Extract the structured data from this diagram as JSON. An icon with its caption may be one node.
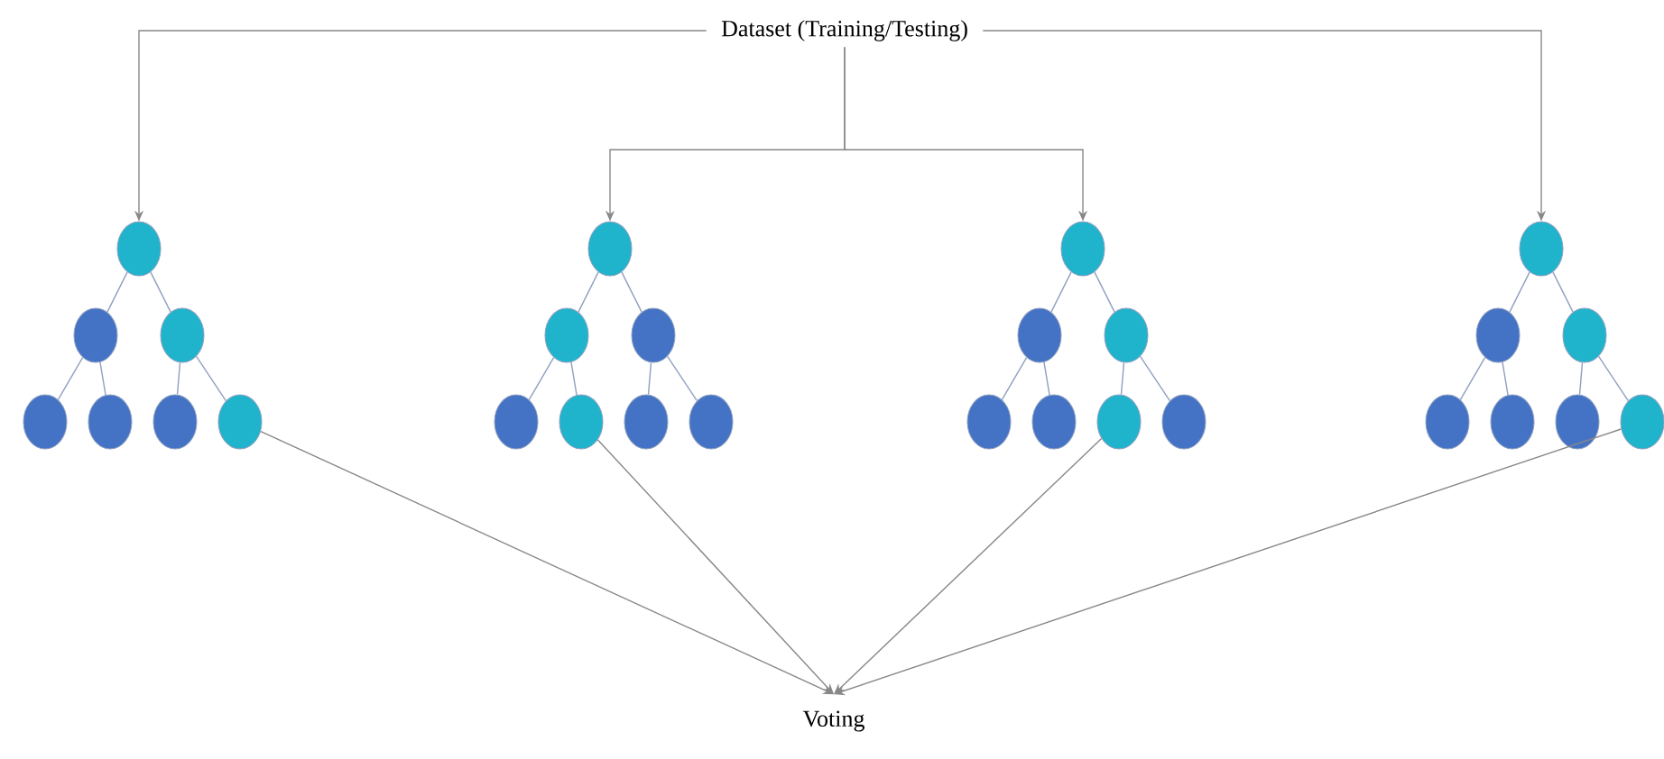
{
  "diagram": {
    "nodes": [
      {
        "text": [
          "Dataset (Training/Testing)"
        ]
      },
      {
        "text": [],
        "shape": "circle"
      },
      {
        "text": [],
        "shape": "circle"
      },
      {
        "text": [],
        "shape": "circle"
      },
      {
        "text": [],
        "shape": "circle"
      },
      {
        "text": [],
        "shape": "circle"
      },
      {
        "text": [],
        "shape": "circle"
      },
      {
        "text": [],
        "shape": "circle"
      },
      {
        "text": [],
        "shape": "circle"
      },
      {
        "text": [],
        "shape": "circle"
      },
      {
        "text": [],
        "shape": "circle"
      },
      {
        "text": [],
        "shape": "circle"
      },
      {
        "text": [],
        "shape": "circle"
      },
      {
        "text": [],
        "shape": "circle"
      },
      {
        "text": [],
        "shape": "circle"
      },
      {
        "text": [],
        "shape": "circle"
      },
      {
        "text": [],
        "shape": "circle"
      },
      {
        "text": [],
        "shape": "circle"
      },
      {
        "text": [],
        "shape": "circle"
      },
      {
        "text": [],
        "shape": "circle"
      },
      {
        "text": [],
        "shape": "circle"
      },
      {
        "text": [],
        "shape": "circle"
      },
      {
        "text": [],
        "shape": "circle"
      },
      {
        "text": [],
        "shape": "circle"
      },
      {
        "text": [],
        "shape": "circle"
      },
      {
        "text": [],
        "shape": "circle"
      },
      {
        "text": [],
        "shape": "circle"
      },
      {
        "text": [],
        "shape": "circle"
      },
      {
        "text": [],
        "shape": "circle"
      },
      {
        "text": [
          "Voting"
        ]
      }
    ],
    "edges": [
      {
        "from": 0,
        "to": 1,
        "arrow": "to"
      },
      {
        "from": 0,
        "to": 8,
        "arrow": "to"
      },
      {
        "from": 0,
        "to": 15,
        "arrow": "to"
      },
      {
        "from": 0,
        "to": 22,
        "arrow": "to"
      },
      {
        "from": 1,
        "to": 2,
        "arrow": "none"
      },
      {
        "from": 1,
        "to": 3,
        "arrow": "none"
      },
      {
        "from": 2,
        "to": 4,
        "arrow": "none"
      },
      {
        "from": 2,
        "to": 5,
        "arrow": "none"
      },
      {
        "from": 3,
        "to": 6,
        "arrow": "none"
      },
      {
        "from": 3,
        "to": 7,
        "arrow": "none"
      },
      {
        "from": 8,
        "to": 9,
        "arrow": "none"
      },
      {
        "from": 8,
        "to": 10,
        "arrow": "none"
      },
      {
        "from": 9,
        "to": 11,
        "arrow": "none"
      },
      {
        "from": 9,
        "to": 12,
        "arrow": "none"
      },
      {
        "from": 10,
        "to": 13,
        "arrow": "none"
      },
      {
        "from": 10,
        "to": 14,
        "arrow": "none"
      },
      {
        "from": 15,
        "to": 16,
        "arrow": "none"
      },
      {
        "from": 15,
        "to": 17,
        "arrow": "none"
      },
      {
        "from": 16,
        "to": 18,
        "arrow": "none"
      },
      {
        "from": 16,
        "to": 19,
        "arrow": "none"
      },
      {
        "from": 17,
        "to": 20,
        "arrow": "none"
      },
      {
        "from": 17,
        "to": 21,
        "arrow": "none"
      },
      {
        "from": 22,
        "to": 23,
        "arrow": "none"
      },
      {
        "from": 22,
        "to": 24,
        "arrow": "none"
      },
      {
        "from": 23,
        "to": 25,
        "arrow": "none"
      },
      {
        "from": 23,
        "to": 26,
        "arrow": "none"
      },
      {
        "from": 24,
        "to": 27,
        "arrow": "none"
      },
      {
        "from": 24,
        "to": 28,
        "arrow": "none"
      },
      {
        "from": 7,
        "to": 29,
        "arrow": "to"
      },
      {
        "from": 12,
        "to": 29,
        "arrow": "to"
      },
      {
        "from": 20,
        "to": 29,
        "arrow": "to"
      },
      {
        "from": 28,
        "to": 29,
        "arrow": "to"
      }
    ]
  }
}
